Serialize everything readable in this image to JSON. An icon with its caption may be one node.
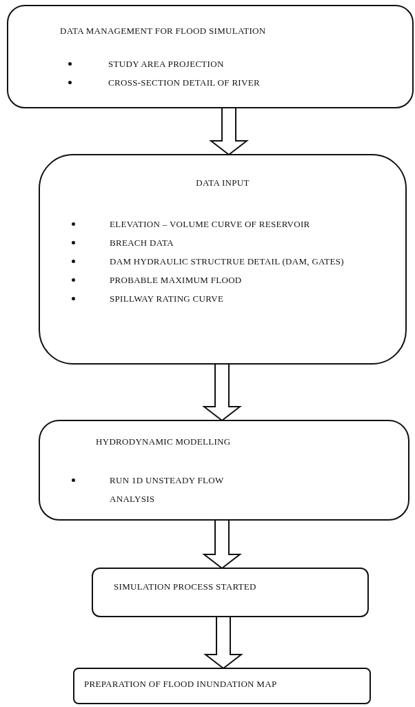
{
  "diagram": {
    "nodes": [
      {
        "text": [
          "DATA MANAGEMENT FOR FLOOD SIMULATION",
          "STUDY  AREA PROJECTION",
          "CROSS-SECTION DETAIL OF RIVER"
        ]
      },
      {
        "text": [
          "DATA INPUT",
          "ELEVATION – VOLUME CURVE OF RESERVOIR",
          "BREACH DATA",
          "DAM HYDRAULIC STRUCTRUE DETAIL (DAM, GATES)",
          "PROBABLE MAXIMUM FLOOD",
          "SPILLWAY RATING CURVE"
        ]
      },
      {
        "text": [
          "HYDRODYNAMIC MODELLING",
          "RUN 1D UNSTEADY  FLOW ANALYSIS"
        ]
      },
      {
        "text": [
          "SIMULATION PROCESS STARTED"
        ]
      },
      {
        "text": [
          "PREPARATION OF FLOOD INUNDATION MAP"
        ]
      }
    ],
    "edges": [
      {
        "from": 0,
        "to": 1,
        "arrow": "to"
      },
      {
        "from": 1,
        "to": 2,
        "arrow": "to"
      },
      {
        "from": 2,
        "to": 3,
        "arrow": "to"
      },
      {
        "from": 3,
        "to": 4,
        "arrow": "to"
      }
    ]
  }
}
